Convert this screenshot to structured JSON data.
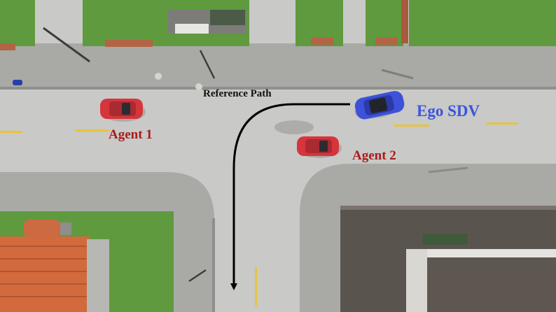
{
  "labels": {
    "reference_path": "Reference Path",
    "agent_1": "Agent 1",
    "agent_2": "Agent 2",
    "ego": "Ego SDV"
  },
  "colors": {
    "reference_path_text": "#111111",
    "agent_text": "#a81c1c",
    "ego_text": "#3a55dd",
    "agent_car": "#d6353c",
    "ego_car": "#3d52d9",
    "grass": "#5f9a3e",
    "road": "#c9c9c7",
    "sidewalk": "#a9a9a6",
    "lane_marking": "#e8c43a",
    "roof_tile": "#d26a3e",
    "roof_flat": "#5a544f"
  }
}
